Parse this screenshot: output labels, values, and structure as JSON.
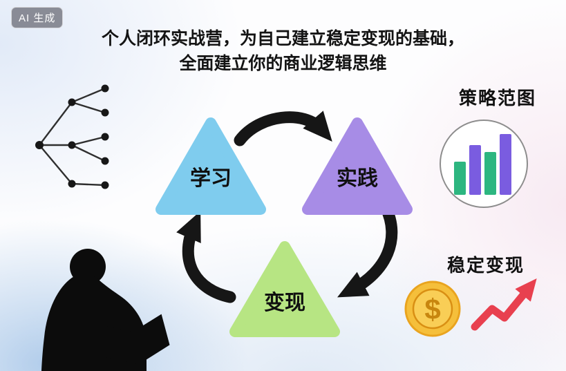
{
  "badge": {
    "label": "AI 生成"
  },
  "title": {
    "line1": "个人闭环实战营，为自己建立稳定变现的基础，",
    "line2": "全面建立你的商业逻辑思维"
  },
  "cycle": {
    "arrow_color": "#161616",
    "nodes": [
      {
        "id": "learn",
        "label": "学习",
        "color": "#7fccee"
      },
      {
        "id": "practice",
        "label": "实践",
        "color": "#a78ce6"
      },
      {
        "id": "monetize",
        "label": "变现",
        "color": "#b7e583"
      }
    ]
  },
  "strategy_chart": {
    "label": "策略范图",
    "type": "bar",
    "bars": [
      {
        "color": "#2db680",
        "height": 48
      },
      {
        "color": "#7a5ce0",
        "height": 72
      },
      {
        "color": "#2db680",
        "height": 62
      },
      {
        "color": "#7a5ce0",
        "height": 88
      }
    ]
  },
  "monetization": {
    "label": "稳定变现",
    "coin_symbol": "$",
    "coin_color": "#f5bf3b",
    "trend_arrow_color": "#e8404f"
  }
}
